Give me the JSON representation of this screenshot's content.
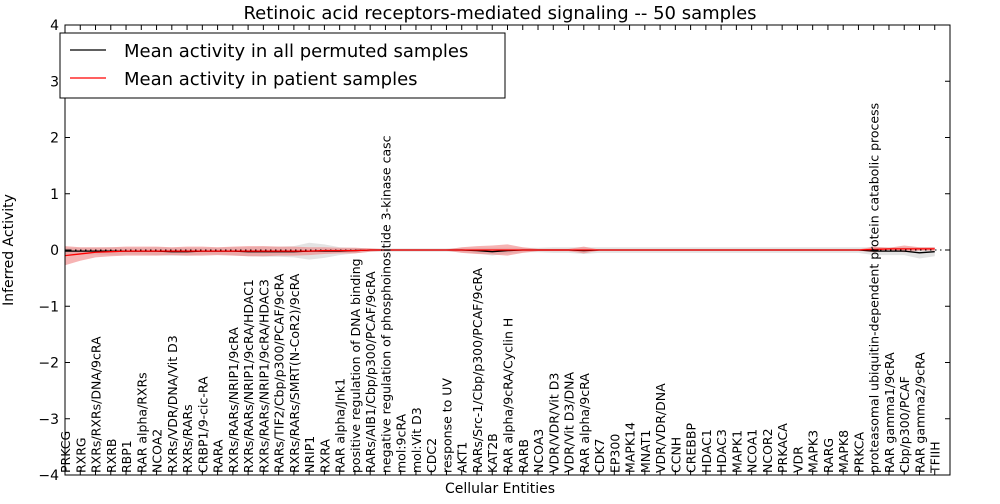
{
  "chart_data": {
    "type": "line",
    "title": "Retinoic acid receptors-mediated signaling -- 50 samples",
    "xlabel": "Cellular Entities",
    "ylabel": "Inferred Activity",
    "ylim": [
      -4,
      4
    ],
    "yticks": [
      -4,
      -3,
      -2,
      -1,
      0,
      1,
      2,
      3,
      4
    ],
    "ytick_labels": [
      "−4",
      "−3",
      "−2",
      "−1",
      "0",
      "1",
      "2",
      "3",
      "4"
    ],
    "grid": false,
    "legend_position": "top-left",
    "zero_line": "dotted",
    "categories": [
      "PRKCG",
      "RXRG",
      "RXRs/RXRs/DNA/9cRA",
      "RXRB",
      "RBP1",
      "RAR alpha/RXRs",
      "NCOA2",
      "RXRs/VDR/DNA/Vit D3",
      "RXRs/RARs",
      "CRBP1/9-cic-RA",
      "RARA",
      "RXRs/RARs/NRIP1/9cRA",
      "RXRs/RARs/NRIP1/9cRA/HDAC1",
      "RXRs/RARs/NRIP1/9cRA/HDAC3",
      "RARs/TIF2/Cbp/p300/PCAF/9cRA",
      "RXRs/RARs/SMRT(N-CoR2)/9cRA",
      "NRIP1",
      "RXRA",
      "RAR alpha/Jnk1",
      "positive regulation of DNA binding",
      "RARs/AIB1/Cbp/p300/PCAF/9cRA",
      "negative regulation of phosphoinositide 3-kinase casc",
      "mol:9cRA",
      "mol:Vit D3",
      "CDC2",
      "response to UV",
      "AKT1",
      "RARs/Src-1/Cbp/p300/PCAF/9cRA",
      "KAT2B",
      "RAR alpha/9cRA/Cyclin H",
      "RARB",
      "NCOA3",
      "VDR/VDR/Vit D3",
      "VDR/Vit D3/DNA",
      "RAR alpha/9cRA",
      "CDK7",
      "EP300",
      "MAPK14",
      "MNAT1",
      "VDR/VDR/DNA",
      "CCNH",
      "CREBBP",
      "HDAC1",
      "HDAC3",
      "MAPK1",
      "NCOA1",
      "NCOR2",
      "PRKACA",
      "VDR",
      "MAPK3",
      "RARG",
      "MAPK8",
      "PRKCA",
      "proteasomal ubiquitin-dependent protein catabolic process",
      "RAR gamma1/9cRA",
      "Cbp/p300/PCAF",
      "RAR gamma2/9cRA",
      "TFIIH"
    ],
    "series": [
      {
        "name": "Mean activity in all permuted samples",
        "color": "#000000",
        "band_color": "#cccccc",
        "values": [
          -0.02,
          -0.02,
          -0.02,
          -0.02,
          -0.02,
          -0.02,
          -0.02,
          -0.03,
          -0.03,
          -0.02,
          -0.02,
          -0.02,
          -0.03,
          -0.03,
          -0.03,
          -0.03,
          -0.02,
          -0.02,
          -0.02,
          -0.01,
          0,
          0,
          0,
          0,
          0,
          0,
          0,
          -0.01,
          -0.03,
          -0.01,
          0,
          0,
          0,
          0,
          -0.01,
          0,
          0,
          0,
          0,
          0,
          0,
          0,
          0,
          0,
          0,
          0,
          0,
          0,
          0,
          0,
          0,
          0,
          0,
          -0.02,
          -0.02,
          -0.02,
          -0.05,
          -0.03
        ],
        "band": [
          0.06,
          0.06,
          0.06,
          0.07,
          0.06,
          0.06,
          0.07,
          0.07,
          0.07,
          0.06,
          0.06,
          0.07,
          0.08,
          0.09,
          0.09,
          0.1,
          0.15,
          0.12,
          0.07,
          0.05,
          0.03,
          0.03,
          0.03,
          0.03,
          0.03,
          0.03,
          0.04,
          0.05,
          0.07,
          0.05,
          0.04,
          0.04,
          0.05,
          0.05,
          0.06,
          0.05,
          0.05,
          0.05,
          0.05,
          0.05,
          0.05,
          0.05,
          0.05,
          0.05,
          0.05,
          0.05,
          0.05,
          0.05,
          0.05,
          0.05,
          0.05,
          0.05,
          0.05,
          0.07,
          0.07,
          0.07,
          0.1,
          0.08
        ]
      },
      {
        "name": "Mean activity in patient samples",
        "color": "#ff0000",
        "band_color": "#f08080",
        "values": [
          -0.1,
          -0.07,
          -0.04,
          -0.03,
          -0.02,
          -0.02,
          -0.02,
          -0.02,
          -0.02,
          -0.02,
          -0.02,
          -0.02,
          -0.02,
          -0.02,
          -0.02,
          -0.02,
          -0.02,
          -0.01,
          -0.01,
          -0.01,
          0,
          0,
          0,
          0,
          0,
          0,
          0,
          0,
          0,
          0,
          0,
          0,
          0,
          0,
          0,
          0,
          0,
          0,
          0,
          0,
          0,
          0,
          0,
          0,
          0,
          0,
          0,
          0,
          0,
          0,
          0,
          0,
          0,
          0.01,
          0.02,
          0.02,
          0.02,
          0.02
        ],
        "band": [
          0.17,
          0.12,
          0.09,
          0.08,
          0.08,
          0.08,
          0.08,
          0.07,
          0.08,
          0.08,
          0.07,
          0.08,
          0.09,
          0.09,
          0.08,
          0.08,
          0.07,
          0.06,
          0.05,
          0.05,
          0.03,
          0.01,
          0.01,
          0.01,
          0.01,
          0.01,
          0.05,
          0.07,
          0.08,
          0.1,
          0.05,
          0.02,
          0.02,
          0.02,
          0.06,
          0.01,
          0.01,
          0.01,
          0.01,
          0.01,
          0.01,
          0.01,
          0.01,
          0.01,
          0.01,
          0.01,
          0.01,
          0.01,
          0.01,
          0.01,
          0.01,
          0.01,
          0.01,
          0.05,
          0.02,
          0.06,
          0.03,
          0.03
        ]
      }
    ]
  }
}
